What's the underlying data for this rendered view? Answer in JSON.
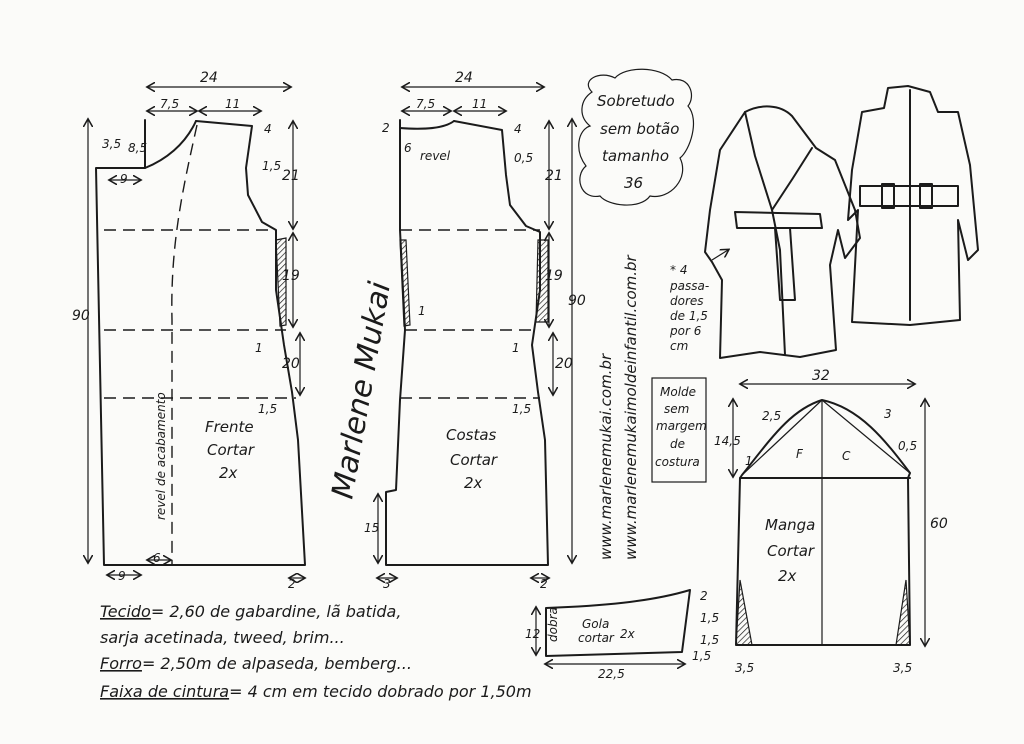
{
  "title": {
    "line1": "Sobretudo",
    "line2": "sem botão",
    "line3": "tamanho",
    "line4": "36"
  },
  "websites": {
    "url1": "www.marlenemukai.com.br",
    "url2": "www.marlenemukaimoldeinfantil.com.br"
  },
  "signature": "Marlene Mukai",
  "front": {
    "label1": "Frente",
    "label2": "Cortar",
    "label3": "2x",
    "facing": "revel de acabamento",
    "dims": {
      "width": "24",
      "neck": "7,5",
      "shoulder": "11",
      "shoulder_drop": "4",
      "collar_drop": "8,5",
      "side": "3,5",
      "armhole": "21",
      "armhole_ease": "1,5",
      "bust_to_waist": "19",
      "waist_to_hip": "20",
      "one": "1",
      "hip": "1,5",
      "length": "90",
      "hem_left": "9",
      "facing_width": "6",
      "lap": "9",
      "hem_right": "2"
    }
  },
  "back": {
    "label1": "Costas",
    "label2": "Cortar",
    "label3": "2x",
    "revel": "revel",
    "dims": {
      "width": "24",
      "neck": "7,5",
      "shoulder": "11",
      "shoulder_drop": "4",
      "top_left": "2",
      "neck_depth": "6",
      "armhole_ease": "0,5",
      "armhole": "21",
      "bust_to_waist": "19",
      "waist_to_hip": "20",
      "one": "1",
      "hip": "1,5",
      "length": "90",
      "vent": "15",
      "hem_left": "3",
      "hem_right": "2"
    }
  },
  "passadores": {
    "line1": "* 4",
    "line2": "passa-",
    "line3": "dores",
    "line4": "de 1,5",
    "line5": "por 6",
    "line6": "cm"
  },
  "no_seam": {
    "line1": "Molde",
    "line2": "sem",
    "line3": "margem",
    "line4": "de",
    "line5": "costura"
  },
  "sleeve": {
    "label1": "Manga",
    "label2": "Cortar",
    "label3": "2x",
    "front_mark": "F",
    "back_mark": "C",
    "dims": {
      "width": "32",
      "cap_height": "14,5",
      "cap_left": "2,5",
      "cap_right": "3",
      "side_left": "1",
      "side_right": "0,5",
      "length": "60",
      "hem_left": "3,5",
      "hem_right": "3,5"
    }
  },
  "collar": {
    "label1": "Gola",
    "label2": "cortar",
    "label3": "2x",
    "fold": "dobra",
    "dims": {
      "height": "12",
      "width": "22,5",
      "top": "2",
      "side1": "1,5",
      "side2": "1,5",
      "side3": "1,5"
    }
  },
  "notes": {
    "line1_label": "Tecido",
    "line1": "= 2,60 de gabardine, lã batida,",
    "line2": "sarja acetinada, tweed, brim...",
    "line3_label": "Forro",
    "line3": "= 2,50m de alpaseda, bemberg...",
    "line4_label": "Faixa de cintura",
    "line4": "= 4 cm em tecido dobrado por 1,50m"
  }
}
